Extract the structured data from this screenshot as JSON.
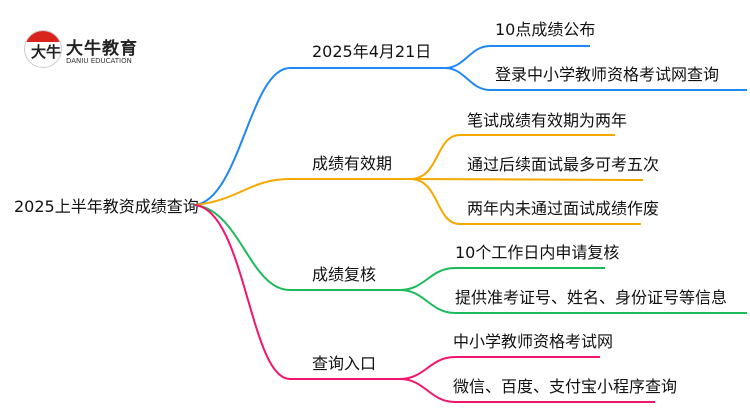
{
  "logo": {
    "name": "大牛教育",
    "subtitle": "DANIU EDUCATION",
    "glyph": "大牛"
  },
  "root": "2025上半年教资成绩查询",
  "colors": {
    "blue": "#1e88f5",
    "orange": "#f5a800",
    "green": "#1cba5a",
    "pink": "#f0166e"
  },
  "branches": [
    {
      "label": "2025年4月21日",
      "children": [
        "10点成绩公布",
        "登录中小学教师资格考试网查询"
      ]
    },
    {
      "label": "成绩有效期",
      "children": [
        "笔试成绩有效期为两年",
        "通过后续面试最多可考五次",
        "两年内未通过面试成绩作废"
      ]
    },
    {
      "label": "成绩复核",
      "children": [
        "10个工作日内申请复核",
        "提供准考证号、姓名、身份证号等信息"
      ]
    },
    {
      "label": "查询入口",
      "children": [
        "中小学教师资格考试网",
        "微信、百度、支付宝小程序查询"
      ]
    }
  ]
}
